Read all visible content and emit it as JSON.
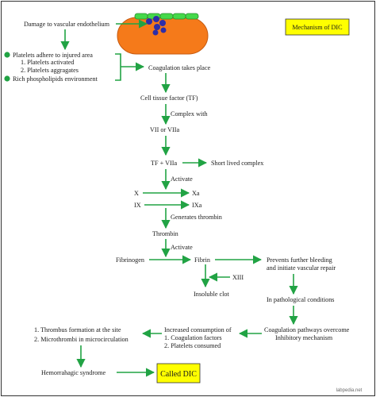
{
  "title": "Mechanism of DIC",
  "nodes": {
    "damage": "Damage to vascular endothelium",
    "platelets_adhere": "Platelets adhere to injured area",
    "platelets_activated": "1. Platelets activated",
    "platelets_aggregates": "2. Platelets aggragates",
    "rich_phospholipids": "Rich phospholipids environment",
    "coagulation": "Coagulation takes place",
    "tf": "Cell tissue factor (TF)",
    "complex_with": "Complex with",
    "vii": "VII or VIIa",
    "tf_viia": "TF + VIIa",
    "short_lived": "Short lived complex",
    "activate1": "Activate",
    "x": "X",
    "xa": "Xa",
    "ix": "IX",
    "ixa": "IXa",
    "generates_thrombin": "Generates thrombin",
    "thrombin": "Thrombin",
    "activate2": "Activate",
    "fibrinogen": "Fibrinogen",
    "fibrin": "Fibrin",
    "prevents": "Prevents further bleeding",
    "initiate_repair": "and initiate vascular repair",
    "xiii": "XIII",
    "insoluble": "Insoluble clot",
    "pathological": "In pathological conditions",
    "pathways_overcome": "Coagulation pathways overcome",
    "inhibitory": "Inhibitory mechanism",
    "increased": "Increased consumption of",
    "coag_factors": "1. Coagulation factors",
    "platelets_consumed": "2. Platelets consumed",
    "thrombus": "1. Thrombus formation at the site",
    "microthrombi": "2. Microthrombi in microcirculation",
    "hemorrhagic": "Hemorrahagic syndrome",
    "called_dic": "Called  DIC"
  },
  "watermark": "labpedia.net",
  "colors": {
    "arrow": "#21a344",
    "highlight_box": "#ffff00",
    "vessel": "#f57a1a",
    "endothelium": "#45d94a",
    "platelet": "#2e2ea8"
  }
}
